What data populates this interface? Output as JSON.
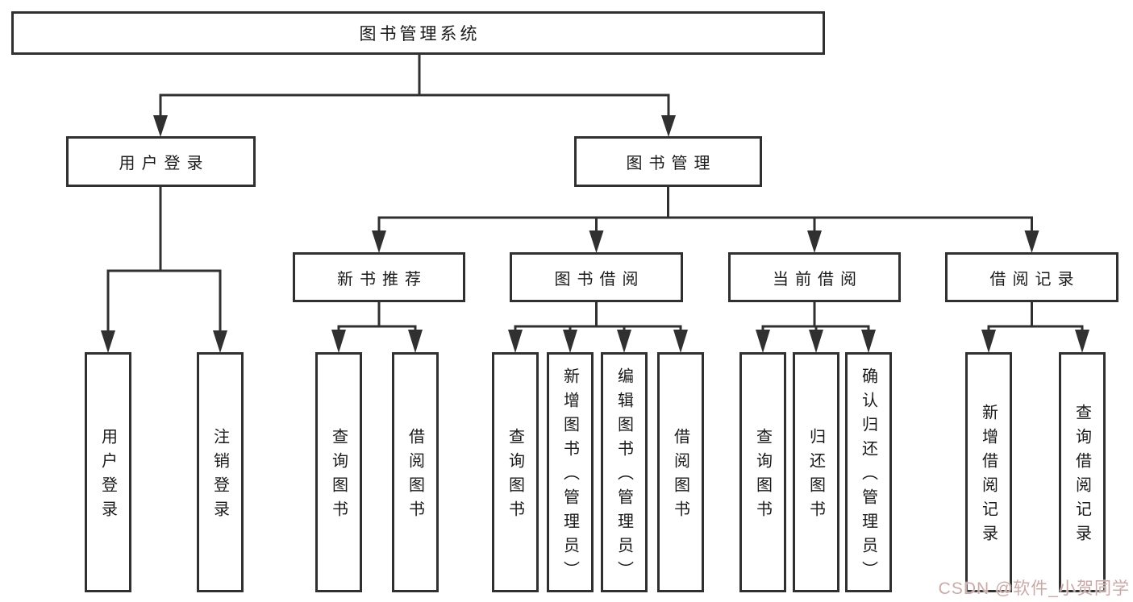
{
  "tree": {
    "label": "图书管理系统",
    "children": [
      {
        "label": "用户登录",
        "children": [
          {
            "label": "用户登录"
          },
          {
            "label": "注销登录"
          }
        ]
      },
      {
        "label": "图书管理",
        "children": [
          {
            "label": "新书推荐",
            "children": [
              {
                "label": "查询图书"
              },
              {
                "label": "借阅图书"
              }
            ]
          },
          {
            "label": "图书借阅",
            "children": [
              {
                "label": "查询图书"
              },
              {
                "label": "新增图书（管理员）"
              },
              {
                "label": "编辑图书（管理员）"
              },
              {
                "label": "借阅图书"
              }
            ]
          },
          {
            "label": "当前借阅",
            "children": [
              {
                "label": "查询图书"
              },
              {
                "label": "归还图书"
              },
              {
                "label": "确认归还（管理员）"
              }
            ]
          },
          {
            "label": "借阅记录",
            "children": [
              {
                "label": "新增借阅记录"
              },
              {
                "label": "查询借阅记录"
              }
            ]
          }
        ]
      }
    ]
  },
  "watermark": {
    "text": "CSDN @软件_小贺同学"
  },
  "colors": {
    "line": "#303030",
    "text": "#1a1a1a",
    "watermark": "#cda9a6"
  }
}
